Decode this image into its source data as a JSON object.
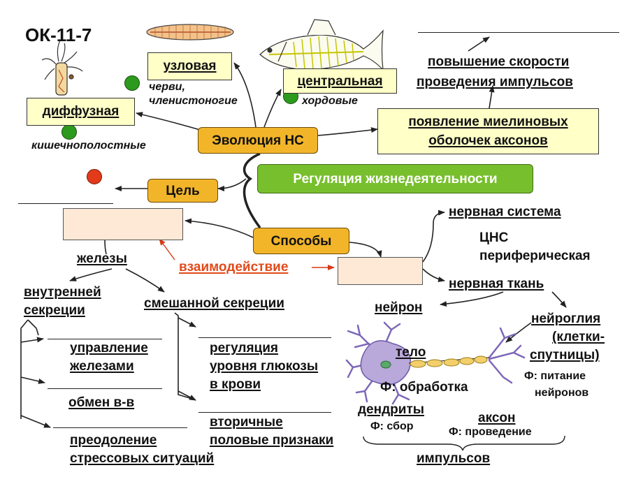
{
  "title": "ОК-11-7",
  "center": {
    "evolution": "Эволюция НС",
    "regulation": "Регуляция жизнедеятельности",
    "goal": "Цель",
    "methods": "Способы"
  },
  "evolution_branch": {
    "diffuse": "диффузная",
    "diffuse_examples": "кишечнополостные",
    "nodal": "узловая",
    "nodal_examples_1": "черви,",
    "nodal_examples_2": "членистоногие",
    "central": "центральная",
    "central_examples": "хордовые",
    "myelin_1": "появление миелиновых",
    "myelin_2": "оболочек аксонов",
    "speed_1": "повышение скорости",
    "speed_2": "проведения импульсов"
  },
  "methods_branch": {
    "glands": "железы",
    "interaction": "взаимодействие",
    "nervous_system": "нервная система",
    "cns": "ЦНС",
    "peripheral": "периферическая",
    "nervous_tissue": "нервная ткань",
    "neuron": "нейрон",
    "neuroglia_1": "нейроглия",
    "neuroglia_2": "(клетки-",
    "neuroglia_3": "спутницы)",
    "neuroglia_func_1": "Ф: питание",
    "neuroglia_func_2": "нейронов",
    "body": "тело",
    "body_func": "Ф: обработка",
    "dendrites": "дендриты",
    "dendrites_func": "Ф: сбор",
    "axon": "аксон",
    "axon_func": "Ф: проведение",
    "impulses": "импульсов"
  },
  "glands_branch": {
    "internal_1": "внутренней",
    "internal_2": "секреции",
    "mixed": "смешанной секреции",
    "control_1": "управление",
    "control_2": "железами",
    "metabolism": "обмен в-в",
    "stress_1": "преодоление",
    "stress_2": "стрессовых ситуаций",
    "glucose_1": "регуляция",
    "glucose_2": "уровня глюкозы",
    "glucose_3": "в крови",
    "sexual_1": "вторичные",
    "sexual_2": "половые признаки"
  },
  "colors": {
    "box_yellow": "#ffffc8",
    "box_orange": "#f2b52a",
    "box_green": "#78bf2e",
    "box_peach": "#fde9d6",
    "dot_green": "#2c9a1c",
    "dot_red": "#e23a1a",
    "interaction_red": "#e04a1a",
    "neuron_purple": "#b9a8da",
    "axon_yellow": "#f2cf6a"
  },
  "icons": [
    "hydra-icon",
    "worm-icon",
    "fish-skeleton-icon",
    "neuron-illustration"
  ]
}
